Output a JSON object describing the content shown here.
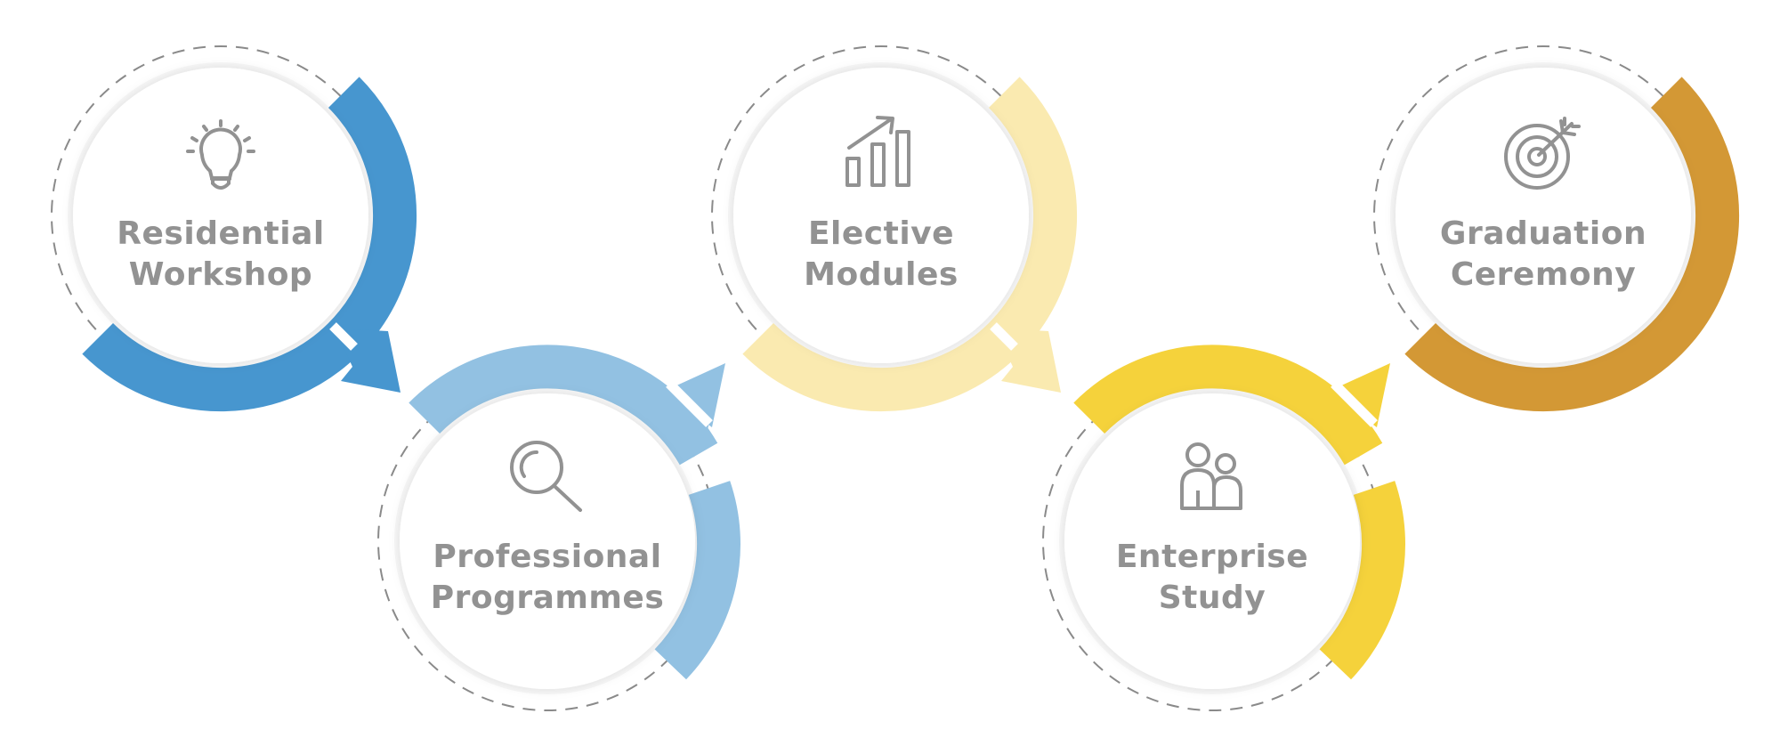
{
  "steps": [
    {
      "id": "step-1",
      "line1": "Residential",
      "line2": "Workshop",
      "icon": "lightbulb-icon",
      "color": "#4796cf"
    },
    {
      "id": "step-2",
      "line1": "Professional",
      "line2": "Programmes",
      "icon": "magnifier-icon",
      "color": "#92c1e2"
    },
    {
      "id": "step-3",
      "line1": "Elective",
      "line2": "Modules",
      "icon": "bar-chart-growth-icon",
      "color": "#faeab0"
    },
    {
      "id": "step-4",
      "line1": "Enterprise",
      "line2": "Study",
      "icon": "people-icon",
      "color": "#f5d23b"
    },
    {
      "id": "step-5",
      "line1": "Graduation",
      "line2": "Ceremony",
      "icon": "target-icon",
      "color": "#d39835"
    }
  ]
}
